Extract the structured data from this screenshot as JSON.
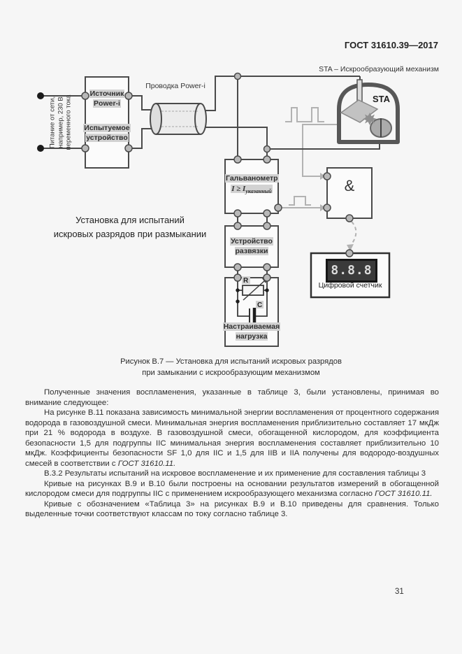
{
  "header": {
    "doc_code": "ГОСТ 31610.39—2017"
  },
  "figure": {
    "sta_legend": "STA – Искрообразующий механизм",
    "mains_label": "Питание от сети, например, 230 В переменного тока",
    "source_label": "Источник Power-i",
    "dut_label": "Испытуемое устройство",
    "wiring_label": "Проводка Power-i",
    "sta_label": "STA",
    "galvanometer_label": "Гальванометр",
    "galv_cond_main": "I ≥ I",
    "galv_cond_sub": "указанный",
    "and_label": "&",
    "setup_caption_line1": "Установка для испытаний",
    "setup_caption_line2": "искровых разрядов при размыкании",
    "isolation_label": "Устройство развязки",
    "load_label": "Настраиваемая нагрузка",
    "resistor_label": "R",
    "capacitor_label": "C",
    "counter_display": "8.8.8",
    "counter_label": "Цифровой счетчик",
    "caption_line1": "Рисунок В.7 — Установка для испытаний искровых разрядов",
    "caption_line2": "при замыкании с искрообразующим механизмом"
  },
  "body": {
    "p1": "Полученные значения воспламенения, указанные в таблице 3, были установлены, принимая во внимание следующее:",
    "p2_main": "На рисунке В.11 показана зависимость минимальной энергии воспламенения от процентного содержания водорода в газовоздушной смеси. Минимальная энергия воспламенения приблизительно составляет 17 мкДж при 21 % водорода в воздухе. В газовоздушной смеси, обогащенной кислородом, для коэффициента безопасности 1,5 для подгруппы IIC минимальная энергия воспламенения составляет приблизительно 10 мкДж. Коэффициенты безопасности SF 1,0 для IIC и 1,5 для IIB и IIA получены для водородо-воздушных смесей в соответствии с",
    "p2_ref": "ГОСТ 31610.11.",
    "p3": "В.3.2 Результаты испытаний на искровое воспламенение и их применение для составления таблицы 3",
    "p4_main": "Кривые на рисунках В.9 и В.10 были построены на основании результатов измерений в обогащенной кислородом смеси для подгруппы IIC с применением искрообразующего механизма согласно",
    "p4_ref": "ГОСТ 31610.11.",
    "p5": "Кривые с обозначением «Таблица 3» на рисунках В.9 и В.10 приведены для сравнения. Только выделенные точки соответствуют классам по току согласно таблице 3.",
    "page_number": "31"
  },
  "colors": {
    "page_bg": "#f6f6f6",
    "line": "#4a4a4a",
    "signal_gray": "#b2b2b2",
    "label_highlight": "#d2d2d2",
    "display_bg": "#3a3a3a"
  }
}
